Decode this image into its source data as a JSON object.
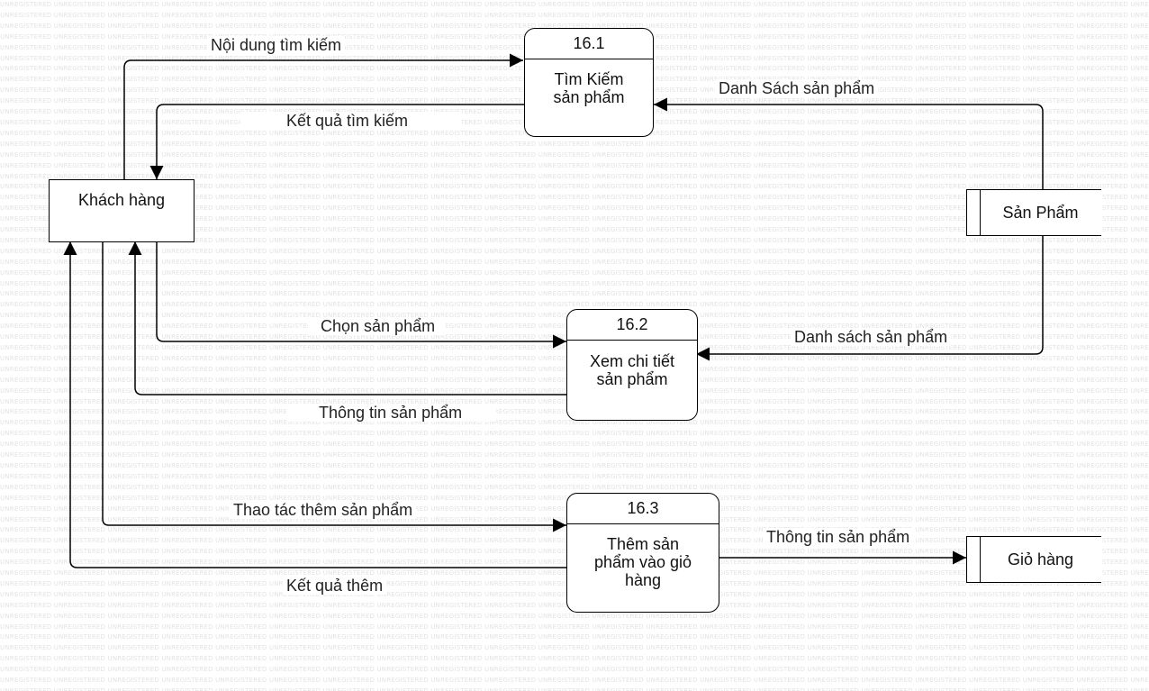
{
  "watermark": {
    "word": "UNREGISTERED"
  },
  "processes": {
    "p161": {
      "id": "16.1",
      "name": "Tìm Kiếm\nsản phẩm"
    },
    "p162": {
      "id": "16.2",
      "name": "Xem chi tiết\nsản phẩm"
    },
    "p163": {
      "id": "16.3",
      "name": "Thêm sản\nphẩm vào giỏ\nhàng"
    }
  },
  "entities": {
    "customer": "Khách hàng"
  },
  "stores": {
    "products": "Sản Phẩm",
    "cart": "Giỏ hàng"
  },
  "flows": {
    "search_content": "Nội dung tìm kiếm",
    "search_result": "Kết quả tìm kiếm",
    "product_list_1": "Danh Sách sản phẩm",
    "select_product": "Chọn sản phẩm",
    "product_list_2": "Danh sách sản phẩm",
    "product_info": "Thông tin sản phẩm",
    "add_action": "Thao tác thêm sản phẩm",
    "add_result": "Kết quả thêm",
    "cart_product_info": "Thông tin sản phẩm"
  }
}
